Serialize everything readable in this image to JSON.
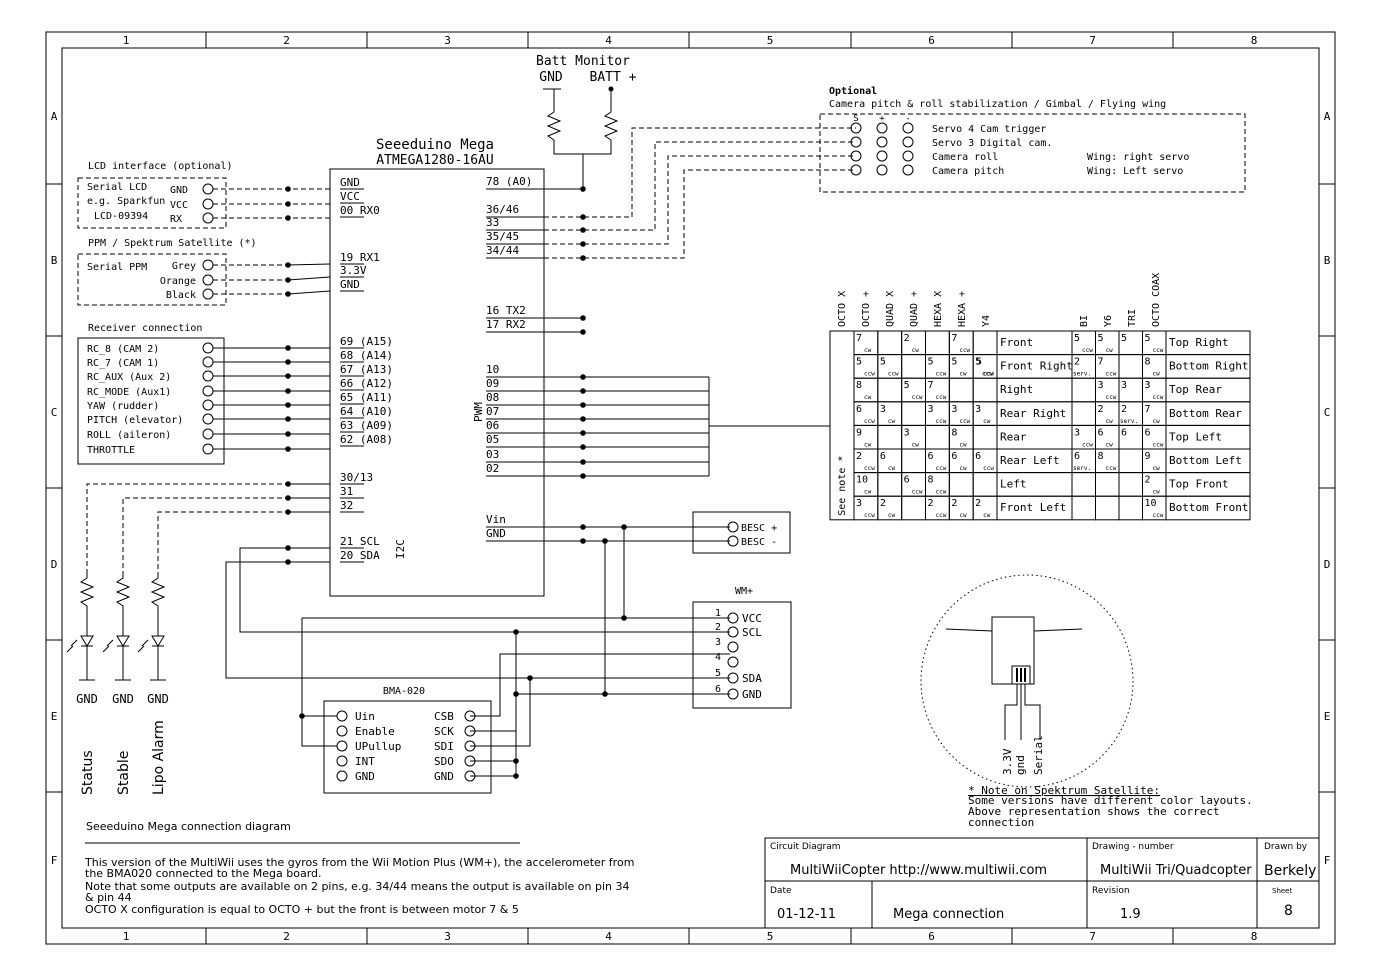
{
  "frame": {
    "col_labels": [
      "1",
      "2",
      "3",
      "4",
      "5",
      "6",
      "7",
      "8"
    ],
    "row_labels": [
      "A",
      "B",
      "C",
      "D",
      "E",
      "F"
    ]
  },
  "batt": {
    "title": "Batt Monitor",
    "gnd": "GND",
    "batt": "BATT +"
  },
  "mega": {
    "title": "Seeeduino Mega",
    "chip": "ATMEGA1280-16AU",
    "left_pins": [
      "GND",
      "VCC",
      "00 RX0",
      "19 RX1",
      "3.3V",
      "GND",
      "69 (A15)",
      "68 (A14)",
      "67 (A13)",
      "66 (A12)",
      "65 (A11)",
      "64 (A10)",
      "63 (A09)",
      "62 (A08)",
      "30/13",
      "31",
      "32",
      "21 SCL",
      "20 SDA"
    ],
    "i2c": "I2C",
    "right_pins": [
      "78 (A0)",
      "36/46",
      "33",
      "35/45",
      "34/44",
      "16 TX2",
      "17 RX2",
      "10",
      "09",
      "08",
      "07",
      "06",
      "05",
      "03",
      "02",
      "Vin",
      "GND"
    ],
    "pwm": "PWM"
  },
  "lcd": {
    "title": "LCD interface (optional)",
    "lines": [
      "Serial LCD",
      "e.g. Sparkfun",
      "LCD-09394"
    ],
    "pins": [
      "GND",
      "VCC",
      "RX"
    ]
  },
  "ppm": {
    "title": "PPM / Spektrum Satellite (*)",
    "name": "Serial PPM",
    "pins": [
      "Grey",
      "Orange",
      "Black"
    ]
  },
  "receiver": {
    "title": "Receiver connection",
    "pins": [
      "RC_8 (CAM 2)",
      "RC_7 (CAM 1)",
      "RC_AUX (Aux 2)",
      "RC_MODE (Aux1)",
      "YAW (rudder)",
      "PITCH (elevator)",
      "ROLL (aileron)",
      "THROTTLE"
    ]
  },
  "leds": {
    "gnd": [
      "GND",
      "GND",
      "GND"
    ],
    "labels": [
      "Status",
      "Stable",
      "Lipo Alarm"
    ]
  },
  "camera": {
    "optional": "Optional",
    "title": "Camera pitch & roll stabilization / Gimbal / Flying wing",
    "pin_header": [
      "S",
      "+",
      "-"
    ],
    "rows": [
      {
        "servo": "Servo 4 Cam trigger",
        "wing": ""
      },
      {
        "servo": "Servo 3 Digital cam.",
        "wing": ""
      },
      {
        "servo": "Camera roll",
        "wing": "Wing: right servo"
      },
      {
        "servo": "Camera pitch",
        "wing": "Wing: Left servo"
      }
    ]
  },
  "motor_table": {
    "headers_left": [
      "OCTO X",
      "OCTO +",
      "QUAD X",
      "QUAD +",
      "HEXA X",
      "HEXA +",
      "Y4"
    ],
    "headers_right": [
      "BI",
      "Y6",
      "TRI",
      "OCTO COAX"
    ],
    "see_note": "See note *",
    "rows": [
      {
        "left": [
          [
            "7",
            "cw"
          ],
          [
            "",
            ""
          ],
          [
            "2",
            "cw"
          ],
          [
            "",
            ""
          ],
          [
            "7",
            "ccw"
          ],
          [
            "",
            ""
          ],
          [
            "",
            ""
          ]
        ],
        "label": "Front",
        "right": [
          [
            "5",
            "ccw"
          ],
          [
            "5",
            "cw"
          ],
          [
            "5",
            ""
          ],
          [
            "5",
            "ccw"
          ]
        ],
        "label2": "Top Right"
      },
      {
        "left": [
          [
            "5",
            "ccw"
          ],
          [
            "5",
            "ccw"
          ],
          [
            "",
            ""
          ],
          [
            "5",
            "ccw"
          ],
          [
            "5",
            "cw"
          ],
          [
            "5",
            "ccw"
          ],
          [
            "5",
            "ccw"
          ]
        ],
        "label": "Front Right",
        "right": [
          [
            "2",
            "serv."
          ],
          [
            "7",
            "ccw"
          ],
          [
            "",
            ""
          ],
          [
            "8",
            "cw"
          ]
        ],
        "label2": "Bottom Right"
      },
      {
        "left": [
          [
            "8",
            "cw"
          ],
          [
            "",
            ""
          ],
          [
            "5",
            "ccw"
          ],
          [
            "7",
            "ccw"
          ],
          [
            "",
            ""
          ],
          [
            "",
            ""
          ],
          [
            "",
            ""
          ]
        ],
        "label": "Right",
        "right": [
          [
            "",
            ""
          ],
          [
            "3",
            "ccw"
          ],
          [
            "3",
            ""
          ],
          [
            "3",
            "ccw"
          ]
        ],
        "label2": "Top Rear"
      },
      {
        "left": [
          [
            "6",
            "ccw"
          ],
          [
            "3",
            "cw"
          ],
          [
            "",
            ""
          ],
          [
            "3",
            "ccw"
          ],
          [
            "3",
            "ccw"
          ],
          [
            "3",
            "cw"
          ],
          [
            "",
            ""
          ]
        ],
        "label": "Rear Right",
        "right": [
          [
            "",
            ""
          ],
          [
            "2",
            "cw"
          ],
          [
            "2",
            "serv."
          ],
          [
            "7",
            "cw"
          ]
        ],
        "label2": "Bottom Rear"
      },
      {
        "left": [
          [
            "9",
            "cw"
          ],
          [
            "",
            ""
          ],
          [
            "3",
            "cw"
          ],
          [
            "",
            ""
          ],
          [
            "8",
            "cw"
          ],
          [
            "",
            ""
          ],
          [
            "",
            ""
          ]
        ],
        "label": "Rear",
        "right": [
          [
            "3",
            "ccw"
          ],
          [
            "6",
            "cw"
          ],
          [
            "6",
            ""
          ],
          [
            "6",
            "ccw"
          ]
        ],
        "label2": "Top Left"
      },
      {
        "left": [
          [
            "2",
            "ccw"
          ],
          [
            "6",
            "cw"
          ],
          [
            "",
            ""
          ],
          [
            "6",
            "ccw"
          ],
          [
            "6",
            "cw"
          ],
          [
            "6",
            "ccw"
          ],
          [
            "",
            ""
          ]
        ],
        "label": "Rear Left",
        "right": [
          [
            "6",
            "serv."
          ],
          [
            "8",
            "ccw"
          ],
          [
            "",
            ""
          ],
          [
            "9",
            "cw"
          ]
        ],
        "label2": "Bottom Left"
      },
      {
        "left": [
          [
            "10",
            "cw"
          ],
          [
            "",
            ""
          ],
          [
            "6",
            "ccw"
          ],
          [
            "8",
            "ccw"
          ],
          [
            "",
            ""
          ],
          [
            "",
            ""
          ],
          [
            "",
            ""
          ]
        ],
        "label": "Left",
        "right": [
          [
            "",
            ""
          ],
          [
            "",
            ""
          ],
          [
            "",
            ""
          ],
          [
            "2",
            "cw"
          ]
        ],
        "label2": "Top Front"
      },
      {
        "left": [
          [
            "3",
            "ccw"
          ],
          [
            "2",
            "cw"
          ],
          [
            "",
            ""
          ],
          [
            "2",
            "ccw"
          ],
          [
            "2",
            "cw"
          ],
          [
            "2",
            "cw"
          ],
          [
            "",
            ""
          ]
        ],
        "label": "Front Left",
        "right": [
          [
            "",
            ""
          ],
          [
            "",
            ""
          ],
          [
            "",
            ""
          ],
          [
            "10",
            "ccw"
          ]
        ],
        "label2": "Bottom Front"
      }
    ]
  },
  "besc": {
    "pins": [
      "BESC +",
      "BESC -"
    ]
  },
  "wm": {
    "title": "WM+",
    "nums": [
      "1",
      "2",
      "3",
      "4",
      "5",
      "6"
    ],
    "pins": [
      "VCC",
      "SCL",
      "",
      "",
      "SDA",
      "GND"
    ]
  },
  "bma": {
    "title": "BMA-020",
    "left": [
      "Uin",
      "Enable",
      "UPullup",
      "INT",
      "GND"
    ],
    "right": [
      "CSB",
      "SCK",
      "SDI",
      "SDO",
      "GND"
    ]
  },
  "sat": {
    "pins": [
      "3.3V",
      "gnd",
      "Serial"
    ]
  },
  "note": {
    "title": "* Note on Spektrum Satellite:",
    "lines": [
      "Some versions have different color layouts.",
      "Above representation shows the correct",
      "connection"
    ]
  },
  "desc": {
    "title": "Seeeduino Mega connection diagram",
    "lines": [
      "This version of the MultiWii uses the gyros from the Wii Motion Plus (WM+), the accelerometer from",
      "the BMA020 connected to the Mega board.",
      "Note that some outputs are available on 2 pins, e.g. 34/44 means the output is available on pin 34",
      "& pin 44",
      "OCTO X configuration is equal to OCTO + but the front is between motor 7 & 5"
    ]
  },
  "titleblock": {
    "circuit_label": "Circuit Diagram",
    "circuit_value": "MultiWiiCopter  http://www.multiwii.com",
    "drawing_label": "Drawing - number",
    "drawing_value": "MultiWii Tri/Quadcopter",
    "drawn_label": "Drawn by",
    "drawn_value": "Berkely",
    "date_label": "Date",
    "date_value": "01-12-11",
    "name_value": "Mega connection",
    "rev_label": "Revision",
    "rev_value": "1.9",
    "sheet_label": "Sheet",
    "sheet_value": "8"
  }
}
